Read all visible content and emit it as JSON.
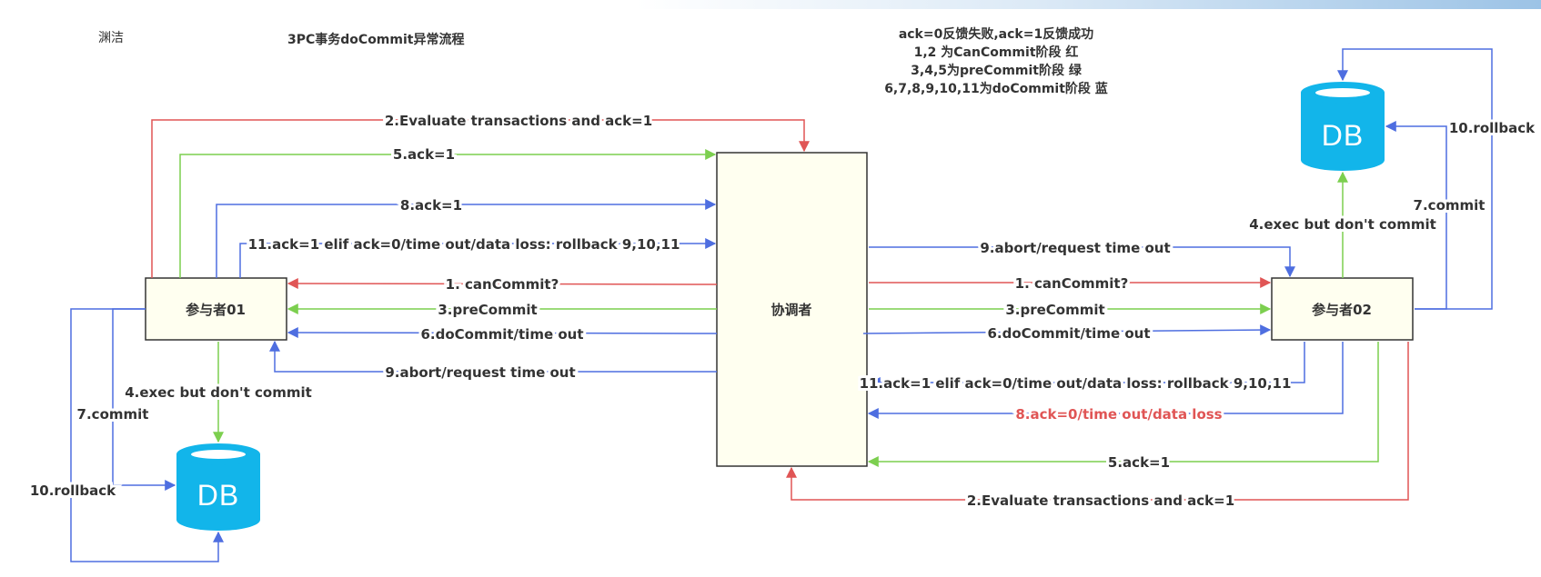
{
  "author": "渊洁",
  "title": "3PC事务doCommit异常流程",
  "legend": [
    "ack=0反馈失败,ack=1反馈成功",
    "1,2 为CanCommit阶段 红",
    "3,4,5为preCommit阶段 绿",
    "6,7,8,9,10,11为doCommit阶段 蓝"
  ],
  "colors": {
    "red": "#e05555",
    "green": "#7ccf4f",
    "blue": "#4e6ee0",
    "box_fill": "#fffff0",
    "db": "#12b5ea"
  },
  "nodes": {
    "coordinator": "协调者",
    "participant1": "参与者01",
    "participant2": "参与者02",
    "db1": "DB",
    "db2": "DB"
  },
  "left_edges": {
    "evaluate": "2.Evaluate transactions  and ack=1",
    "ack5": "5.ack=1",
    "ack8": "8.ack=1",
    "ack11": "11.ack=1 elif ack=0/time out/data loss:  rollback 9,10,11",
    "cancommit": "1. canCommit?",
    "precommit": "3.preCommit",
    "docommit": "6.doCommit/time out",
    "abort": "9.abort/request time out",
    "exec": "4.exec but don't commit",
    "commit": "7.commit",
    "rollback": "10.rollback"
  },
  "right_edges": {
    "abort": "9.abort/request time out",
    "cancommit": "1. canCommit?",
    "precommit": "3.preCommit",
    "docommit": "6.doCommit/time out",
    "ack11": "11.ack=1 elif ack=0/time out/data loss: rollback 9,10,11",
    "ack8": "8.ack=0/time out/data loss",
    "ack5": "5.ack=1",
    "evaluate": "2.Evaluate transactions  and ack=1",
    "exec": "4.exec but don't commit",
    "commit": "7.commit",
    "rollback": "10.rollback"
  }
}
